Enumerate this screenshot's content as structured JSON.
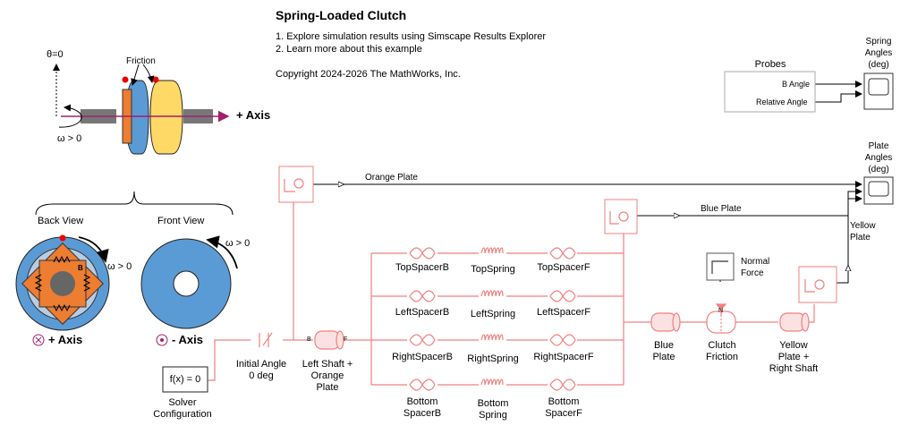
{
  "header": {
    "title": "Spring-Loaded Clutch",
    "link_results": "1. Explore simulation results using Simscape Results Explorer",
    "link_learn": "2. Learn more about this example",
    "copyright": "Copyright 2024-2026 The MathWorks, Inc."
  },
  "illustration": {
    "theta": "θ=0",
    "friction": "Friction",
    "omega_left": "ω > 0",
    "axis_right": "+ Axis",
    "back_view": "Back View",
    "front_view": "Front View",
    "omega_back": "ω > 0",
    "omega_front": "ω > 0",
    "axis_back": "+ Axis",
    "axis_front": "- Axis",
    "spring_letter": "B"
  },
  "blocks": {
    "probes_title": "Probes",
    "probe_b_angle": "B Angle",
    "probe_relative_angle": "Relative Angle",
    "spring_scope": "Spring\nAngles\n(deg)",
    "plate_scope": "Plate\nAngles\n(deg)",
    "orange_plate_signal": "Orange Plate",
    "blue_plate_signal": "Blue Plate",
    "yellow_plate_signal": "Yellow\nPlate",
    "normal_force": "Normal\nForce",
    "solver_eq": "f(x) = 0",
    "solver_label": "Solver\nConfiguration",
    "initial_angle": "Initial Angle\n0 deg",
    "left_shaft": "Left Shaft +\nOrange\nPlate",
    "top_spacer_b": "TopSpacerB",
    "top_spring": "TopSpring",
    "top_spacer_f": "TopSpacerF",
    "left_spacer_b": "LeftSpacerB",
    "left_spring": "LeftSpring",
    "left_spacer_f": "LeftSpacerF",
    "right_spacer_b": "RightSpacerB",
    "right_spring": "RightSpring",
    "right_spacer_f": "RightSpacerF",
    "bottom_spacer_b": "Bottom\nSpacerB",
    "bottom_spring": "Bottom\nSpring",
    "bottom_spacer_f": "Bottom\nSpacerF",
    "blue_plate": "Blue\nPlate",
    "clutch_friction": "Clutch\nFriction",
    "yellow_plate": "Yellow\nPlate +\nRight Shaft",
    "port_b": "B",
    "port_f": "F",
    "port_n": "N"
  },
  "colors": {
    "physical_line": "#f08080",
    "signal_line": "#000000",
    "blue_disc": "#5b9bd5",
    "orange": "#ed7d31",
    "yellow": "#ffd966",
    "axis_arrow": "#a0206a"
  }
}
